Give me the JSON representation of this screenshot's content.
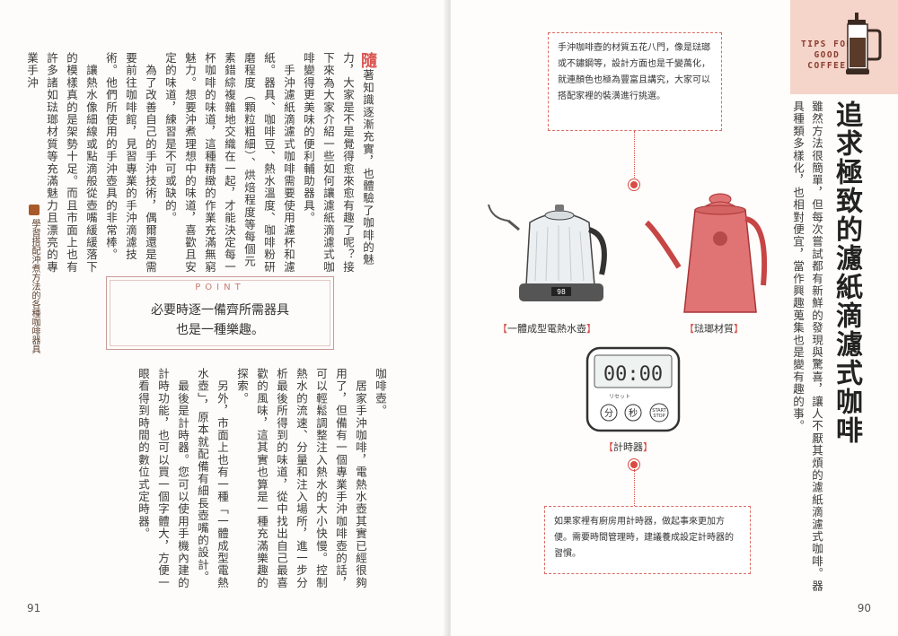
{
  "left_page": {
    "page_number": "91",
    "side_tab_label": "學習搭配沖煮方法的各種咖啡器具",
    "col1": {
      "dropcap": "隨",
      "text": "著知識逐漸充實，也體驗了咖啡的魅力，大家是不是覺得愈來愈有趣了呢？接下來為大家介紹一些如何讓濾紙滴濾式咖啡變得更美味的便利輔助器具。\n　手沖濾紙滴濾式咖啡需要使用濾杯和濾紙。器具、咖啡豆、熱水溫度、咖啡粉研磨程度（顆粒粗細）、烘焙程度等每個元素錯綜複雜地交織在一起，才能決定每一杯咖啡的味道，這種精緻的作業充滿無窮魅力。想要沖煮理想中的味道，喜歡且安定的味道，練習是不可或缺的。\n　為了改善自己的手沖技術，偶爾還是需要前往咖啡館，見習專業的手沖滴濾技術。他們所使用的手沖壺具的非常棒。\n　讓熱水像細線或點滴般從壺嘴緩緩落下的模樣真的是架勢十足。而且市面上也有許多諸如琺瑯材質等充滿魅力且漂亮的專業手沖"
    },
    "point": {
      "label": "POINT",
      "text": "必要時逐一備齊所需器具\n也是一種樂趣。"
    },
    "col2": {
      "text": "咖啡壺。\n　居家手沖咖啡，電熱水壺其實已經很夠用了，但備有一個專業手沖咖啡壺的話，可以輕鬆調整注入熱水的大小快慢。控制熱水的流速、分量和注入場所，進一步分析最後所得到的味道，從中找出自己最喜歡的風味，這其實也算是一種充滿樂趣的探索。\n　另外，市面上也有一種「一體成型電熱水壺」，原本就配備有細長壺嘴的設計。\n　最後是計時器。您可以使用手機內建的計時功能，也可以買一個字體大，方便一眼看得到時間的數位式定時器。"
    }
  },
  "right_page": {
    "page_number": "90",
    "tips": {
      "text": "TIPS FOR\nGOOD\nCOFFEE",
      "icon": "french-press-icon"
    },
    "title": "追求極致的濾紙滴濾式咖啡",
    "intro": "雖然方法很簡單，但每次嘗試都有新鮮的發現與驚喜，讓人不厭其煩的濾紙滴濾式咖啡。器具種類多樣化，也相對便宜，當作興趣蒐集也是變有趣的事。",
    "callout_top": "手沖咖啡壺的材質五花八門，像是琺瑯或不鏽鋼等，設計方面也是千變萬化，就連顏色也極為豐富且講究，大家可以搭配家裡的裝潢進行挑選。",
    "caption_kettle_electric": "一體成型電熱水壺",
    "caption_kettle_enamel": "琺瑯材質",
    "caption_timer": "計時器",
    "callout_bottom": "如果家裡有廚房用計時器，做起事來更加方便。需要時間管理時，建議養成設定計時器的習慣。",
    "timer": {
      "display": "00:00",
      "btn_min": "分",
      "btn_sec": "秒",
      "btn_start": "START\nSTOP",
      "label_reset": "リセット"
    },
    "kettle_display": "98",
    "colors": {
      "accent": "#d94b43",
      "enamel_kettle": "#e07373",
      "tips_bg": "#f5d4c9"
    }
  }
}
